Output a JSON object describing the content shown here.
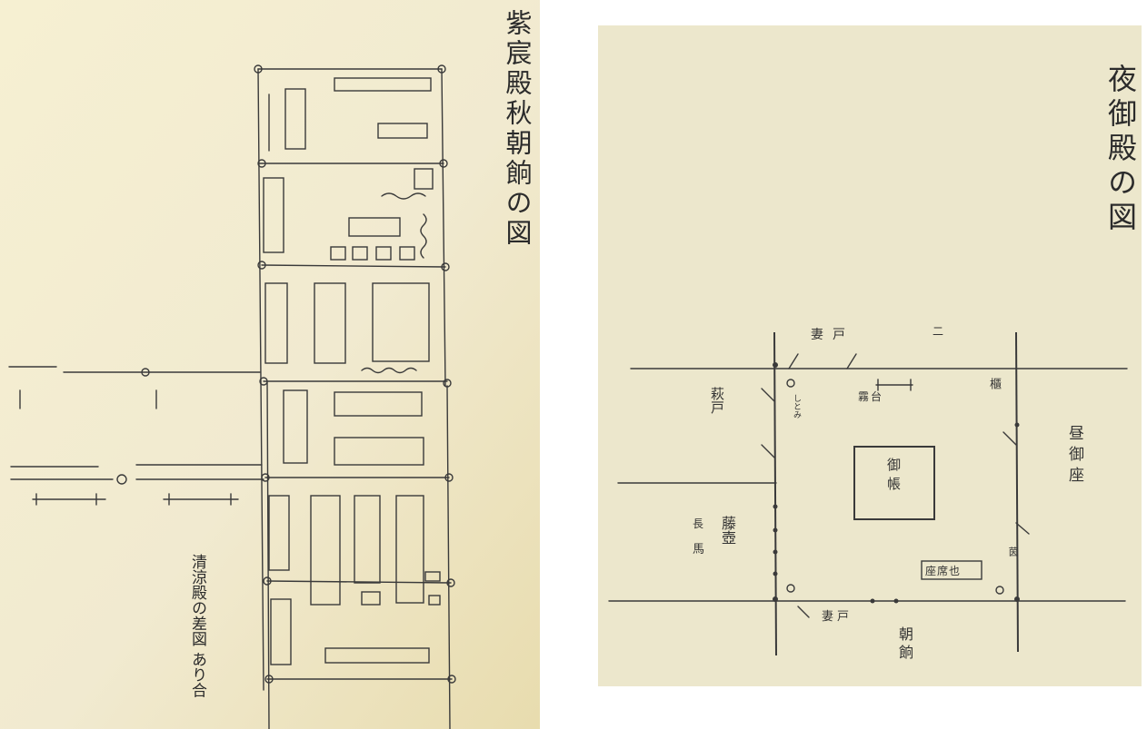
{
  "left_plan": {
    "title": "紫宸殿秋朝餉の図",
    "caption": "清涼殿の差図 あり合"
  },
  "right_plan": {
    "title": "夜御殿の図",
    "label_top_door": "妻戸",
    "label_ni": "二",
    "label_shitomi": "しとみ",
    "label_hagi": "萩戸",
    "label_fujitsubo": "藤壺",
    "label_uma": "馬",
    "label_naga": "長",
    "label_mi_chou": "御帳",
    "label_hiru_goza": "昼御座",
    "label_zabuton": "座席也",
    "label_bottom_door": "妻戸",
    "label_asagarei": "朝餉",
    "label_kiri": "霧台",
    "label_mado": "櫃",
    "label_futon": "茵"
  }
}
